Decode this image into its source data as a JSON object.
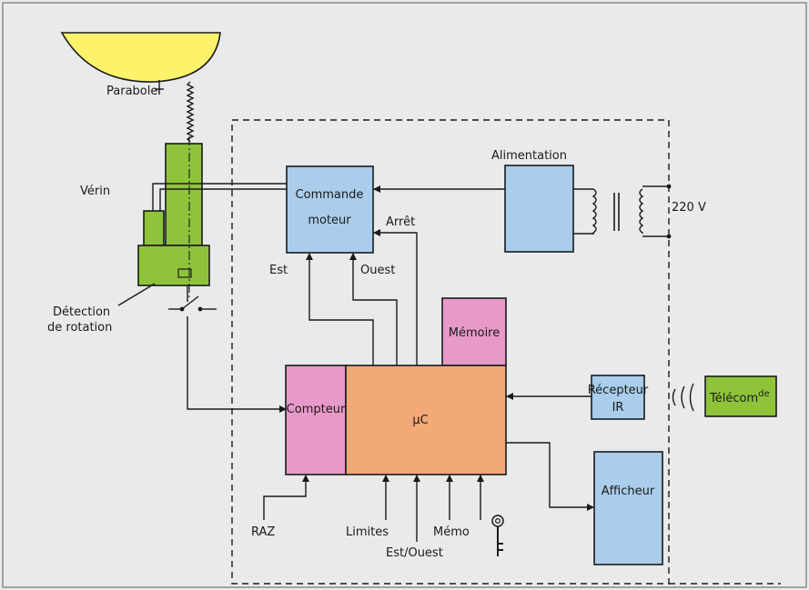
{
  "colors": {
    "background": "#e9eaec",
    "blue": "#a9cdea",
    "green": "#8fc43a",
    "pink": "#e79ac8",
    "orange": "#f3a878",
    "yellow": "#fdf36a"
  },
  "labels": {
    "parabole": "Parabole",
    "verin": "Vérin",
    "detection_1": "Détection",
    "detection_2": "de rotation",
    "alimentation": "Alimentation",
    "voltage": "220 V",
    "arret": "Arrêt",
    "est": "Est",
    "ouest": "Ouest",
    "raz": "RAZ",
    "limites": "Limites",
    "memo": "Mémo",
    "est_ouest": "Est/Ouest"
  },
  "blocks": {
    "commande_1": "Commande",
    "commande_2": "moteur",
    "memoire": "Mémoire",
    "compteur": "Compteur",
    "uc": "µC",
    "recepteur_1": "Récepteur",
    "recepteur_2": "IR",
    "telecom": "Télécom",
    "telecom_sup": "de",
    "afficheur": "Afficheur"
  }
}
